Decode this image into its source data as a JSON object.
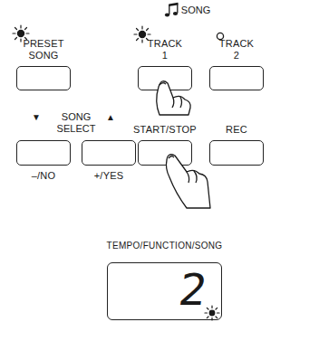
{
  "diagram": {
    "nodes": [
      {
        "text": [
          "PRESET SONG"
        ]
      },
      {
        "text": [
          "TRACK 1"
        ]
      },
      {
        "text": [
          "TRACK 2"
        ]
      },
      {
        "text": [
          "–/NO"
        ]
      },
      {
        "text": [
          "+/YES"
        ]
      },
      {
        "text": [
          "START/STOP"
        ]
      },
      {
        "text": [
          "REC"
        ]
      },
      {
        "text": [
          "TEMPO/FUNCTION/SONG",
          "2"
        ]
      }
    ],
    "labels": [
      "SONG",
      "▼",
      "SONG SELECT",
      "▲"
    ]
  }
}
